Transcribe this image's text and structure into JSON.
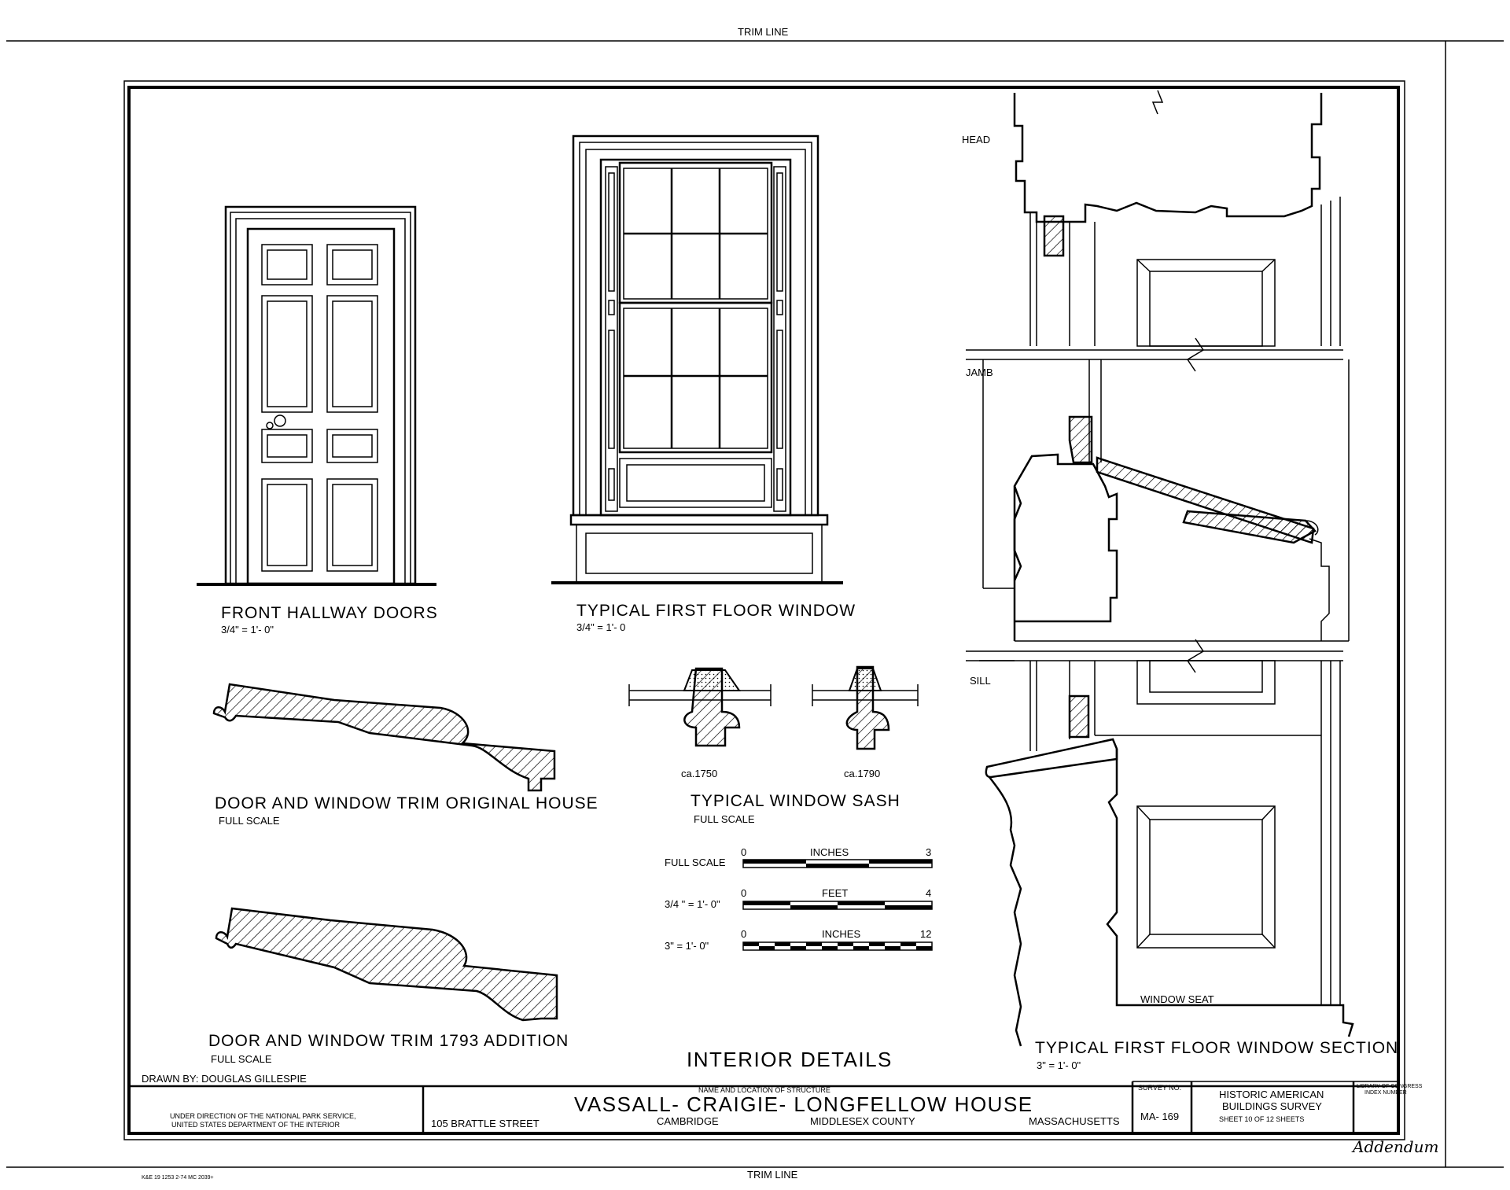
{
  "sheet": {
    "trim_line_top": "TRIM LINE",
    "trim_line_bottom": "TRIM LINE",
    "print_code": "K&E 19 1253 2-74 MC 2039+",
    "addendum": "Addendum",
    "drawn_by": "DRAWN BY: DOUGLAS GILLESPIE",
    "interior_details": "INTERIOR DETAILS"
  },
  "views": {
    "door": {
      "title": "FRONT  HALLWAY  DOORS",
      "scale": "3/4\" = 1'- 0\""
    },
    "window": {
      "title": "TYPICAL  FIRST  FLOOR  WINDOW",
      "scale": "3/4\" = 1'- 0"
    },
    "trim_original": {
      "title": "DOOR  AND  WINDOW  TRIM  ORIGINAL  HOUSE",
      "scale": "FULL  SCALE"
    },
    "trim_addition": {
      "title": "DOOR  AND  WINDOW  TRIM  1793  ADDITION",
      "scale": "FULL    SCALE"
    },
    "sash": {
      "title": "TYPICAL  WINDOW  SASH",
      "scale": "FULL  SCALE",
      "profile_1": "ca.1750",
      "profile_2": "ca.1790"
    },
    "section": {
      "title": "TYPICAL  FIRST  FLOOR  WINDOW  SECTION",
      "scale": "3\" = 1'- 0\"",
      "head": "HEAD",
      "jamb": "JAMB",
      "sill": "SILL",
      "window_seat": "WINDOW   SEAT"
    }
  },
  "scales": [
    {
      "label": "FULL SCALE",
      "unit": "INCHES",
      "start": "0",
      "end": "3"
    },
    {
      "label": "3/4 \" = 1'- 0\"",
      "unit": "FEET",
      "start": "0",
      "end": "4"
    },
    {
      "label": "3\" = 1'- 0\"",
      "unit": "INCHES",
      "start": "0",
      "end": "12"
    }
  ],
  "title_block": {
    "agency_line_1": "UNDER DIRECTION OF THE NATIONAL PARK SERVICE,",
    "agency_line_2": "UNITED STATES DEPARTMENT OF THE INTERIOR",
    "name_location_label": "NAME AND LOCATION OF STRUCTURE",
    "structure_name": "VASSALL- CRAIGIE- LONGFELLOW  HOUSE",
    "street": "105  BRATTLE  STREET",
    "city": "CAMBRIDGE",
    "county": "MIDDLESEX  COUNTY",
    "state": "MASSACHUSETTS",
    "survey_no_label": "SURVEY NO.",
    "survey_no": "MA- 169",
    "habs_line_1": "HISTORIC AMERICAN",
    "habs_line_2": "BUILDINGS SURVEY",
    "sheet_text": "SHEET  10  OF  12  SHEETS",
    "loc_line_1": "LIBRARY OF CONGRESS",
    "loc_line_2": "INDEX NUMBER"
  },
  "colors": {
    "ink": "#000000",
    "paper": "#ffffff"
  }
}
